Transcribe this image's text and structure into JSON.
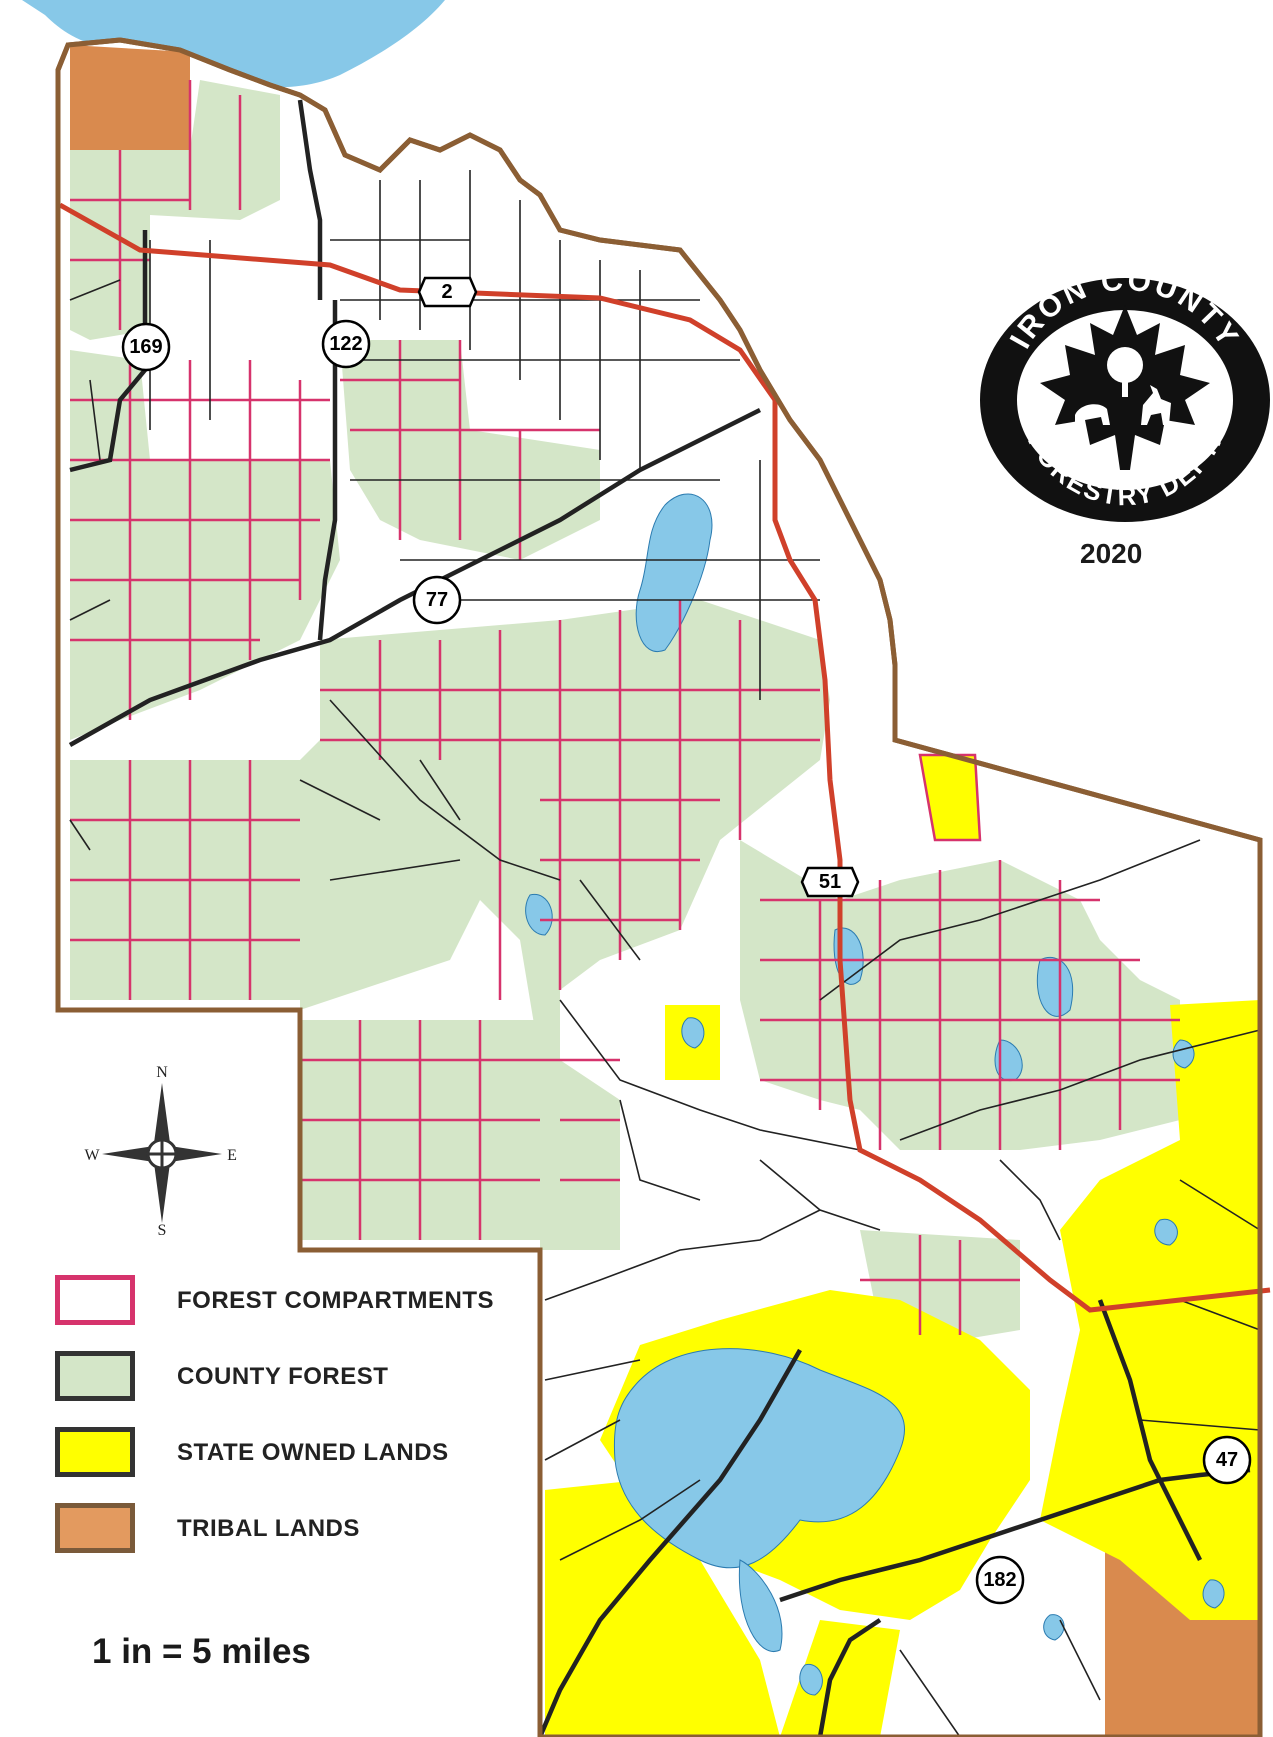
{
  "map": {
    "title_seal": {
      "top_text": "IRON COUNTY",
      "bottom_text": "FORESTRY DEPT.",
      "year": "2020"
    },
    "highway_shields": [
      {
        "label": "2",
        "type": "us"
      },
      {
        "label": "169",
        "type": "state"
      },
      {
        "label": "122",
        "type": "state"
      },
      {
        "label": "77",
        "type": "state"
      },
      {
        "label": "51",
        "type": "us"
      },
      {
        "label": "47",
        "type": "state"
      },
      {
        "label": "182",
        "type": "state"
      }
    ],
    "compass": {
      "n": "N",
      "s": "S",
      "e": "E",
      "w": "W"
    },
    "legend": [
      {
        "label": "FOREST COMPARTMENTS",
        "fill": "#ffffff",
        "border": "#d6336c"
      },
      {
        "label": "COUNTY FOREST",
        "fill": "#d4e6c8",
        "border": "#333333"
      },
      {
        "label": "STATE OWNED LANDS",
        "fill": "#ffff00",
        "border": "#333333"
      },
      {
        "label": "TRIBAL LANDS",
        "fill": "#e39a5f",
        "border": "#7a5a3a"
      }
    ],
    "scale": "1 in = 5 miles",
    "colors": {
      "water": "#87c8e8",
      "county_forest": "#d4e6c8",
      "compartment_line": "#d6336c",
      "state_land": "#ffff00",
      "tribal_land": "#d98a4e",
      "boundary": "#8b5e34",
      "highway": "#d0402a",
      "road": "#222222"
    }
  }
}
